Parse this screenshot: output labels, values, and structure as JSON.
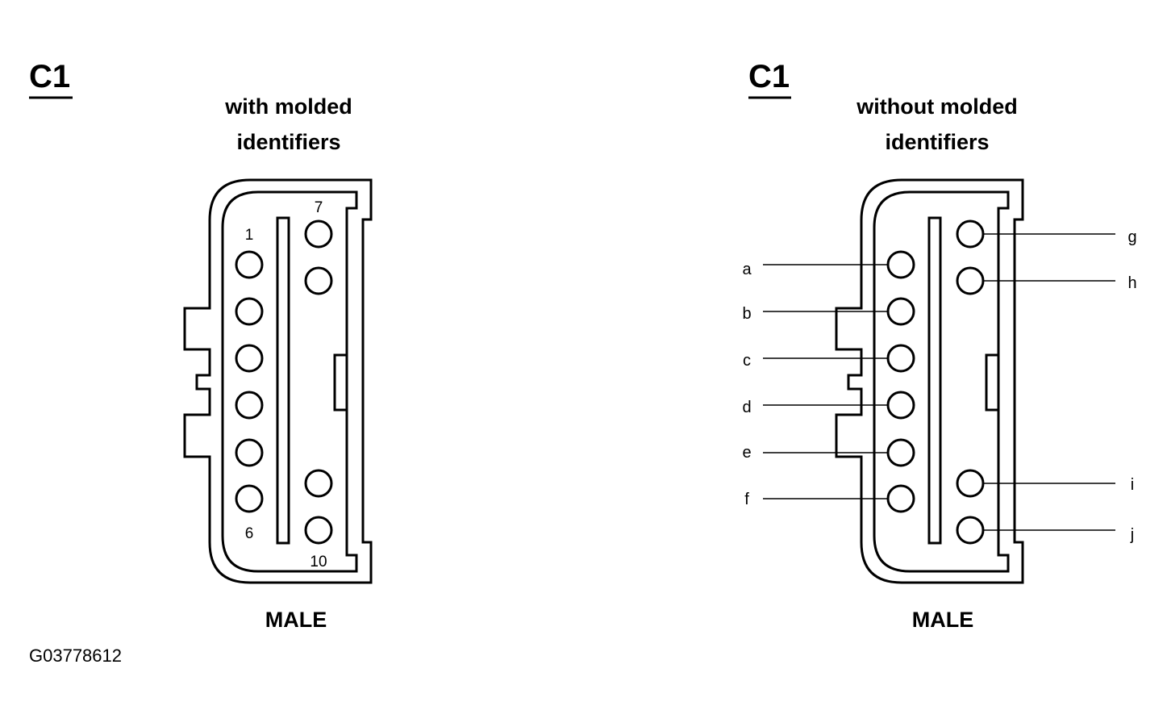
{
  "left": {
    "heading": "C1",
    "subtitle_line1": "with molded",
    "subtitle_line2": "identifiers",
    "pin_labels": {
      "top_left": "1",
      "bottom_left": "6",
      "top_right": "7",
      "bottom_right": "10"
    },
    "gender": "MALE"
  },
  "right": {
    "heading": "C1",
    "subtitle_line1": "without molded",
    "subtitle_line2": "identifiers",
    "left_labels": [
      "a",
      "b",
      "c",
      "d",
      "e",
      "f"
    ],
    "right_labels": [
      "g",
      "h",
      "i",
      "j"
    ],
    "gender": "MALE"
  },
  "figure_id": "G03778612"
}
